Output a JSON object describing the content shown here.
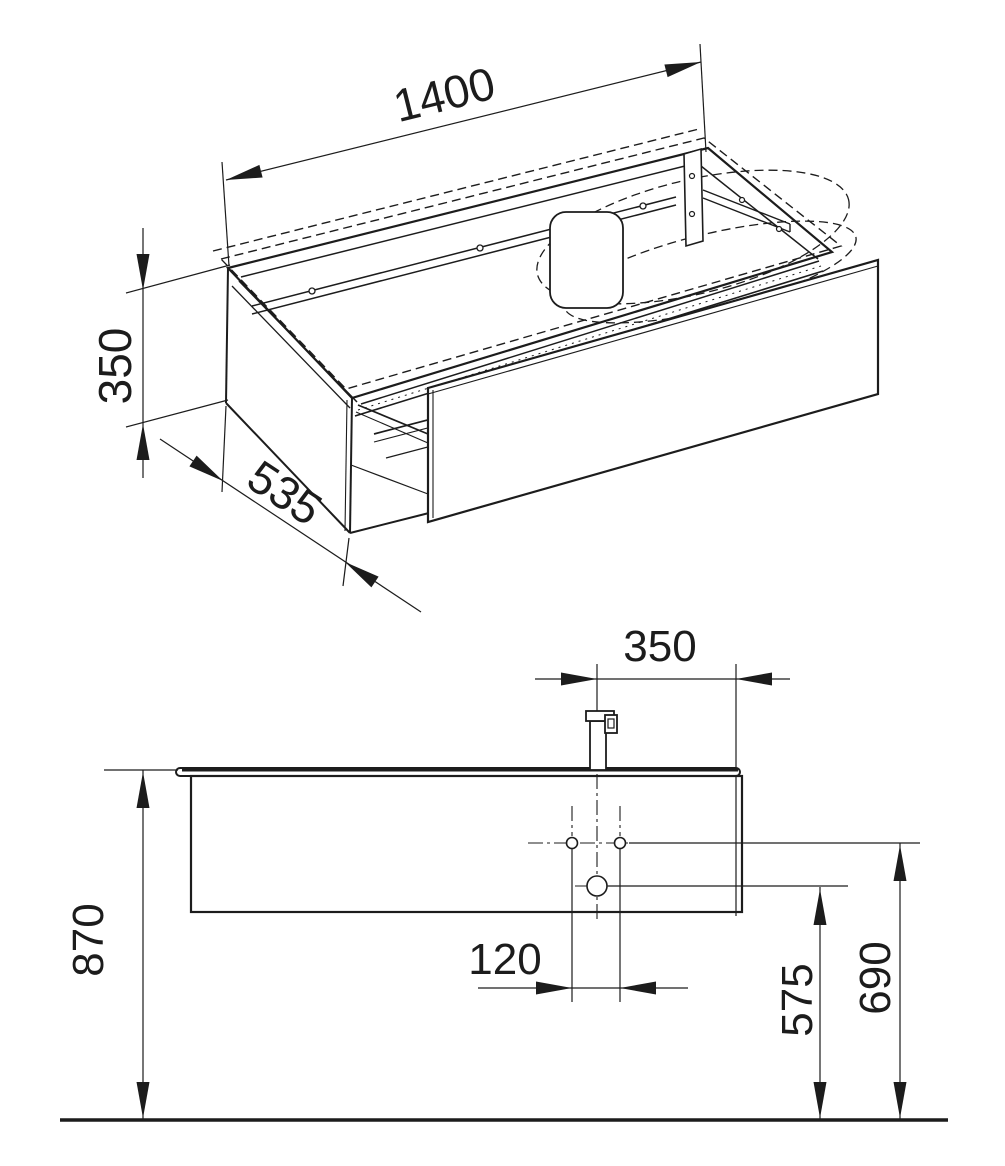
{
  "drawing": {
    "background": "#ffffff",
    "line_color": "#1c1c1c",
    "views": {
      "isometric": {
        "description": "Perspective view of wall-hung vanity unit with open drawer, hidden washbasin outline shown dashed",
        "dims": {
          "width": {
            "label": "1400"
          },
          "height": {
            "label": "350"
          },
          "depth": {
            "label": "535"
          }
        }
      },
      "front": {
        "description": "Front elevation with installation dimensions, tap, supply and waste connections",
        "dims": {
          "tap_to_right_edge": {
            "label": "350"
          },
          "supply_spacing": {
            "label": "120"
          },
          "drain_height": {
            "label": "575"
          },
          "supply_height": {
            "label": "690"
          },
          "worktop_height": {
            "label": "870"
          }
        }
      }
    }
  }
}
